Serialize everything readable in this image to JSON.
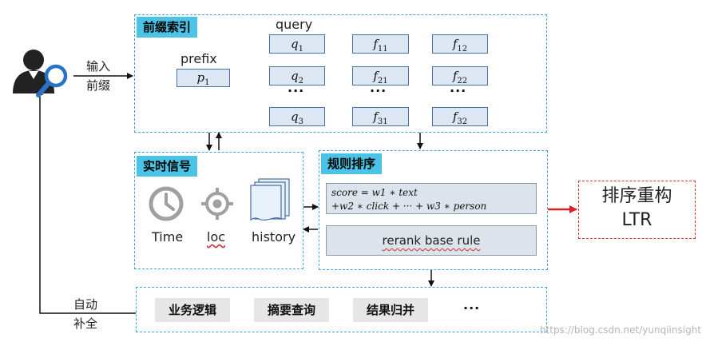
{
  "user_input": {
    "line1": "输入",
    "line2": "前缀"
  },
  "auto_complete": {
    "line1": "自动",
    "line2": "补全"
  },
  "prefix_index": {
    "tag": "前缀索引",
    "prefix_label": "prefix",
    "query_label": "query",
    "prefix_node": {
      "var": "p",
      "sub": "1"
    },
    "queries": [
      {
        "var": "q",
        "sub": "1"
      },
      {
        "var": "q",
        "sub": "2"
      },
      {
        "var": "q",
        "sub": "3"
      }
    ],
    "features": [
      [
        {
          "var": "f",
          "sub": "11"
        },
        {
          "var": "f",
          "sub": "12"
        }
      ],
      [
        {
          "var": "f",
          "sub": "21"
        },
        {
          "var": "f",
          "sub": "22"
        }
      ],
      [
        {
          "var": "f",
          "sub": "31"
        },
        {
          "var": "f",
          "sub": "32"
        }
      ]
    ],
    "ellipsis": "···"
  },
  "realtime_signal": {
    "tag": "实时信号",
    "items": [
      {
        "label": "Time",
        "icon": "clock-icon"
      },
      {
        "label": "loc",
        "icon": "location-target-icon"
      },
      {
        "label": "history",
        "icon": "history-documents-icon"
      }
    ]
  },
  "rule_sort": {
    "tag": "规则排序",
    "formula_line1": "score =    w1 ∗ text",
    "formula_line2": "+w2 ∗ click + ··· + w3 ∗ person",
    "rerank_label": "rerank base rule"
  },
  "rerank": {
    "line1": "排序重构",
    "line2": "LTR"
  },
  "bottom": {
    "items": [
      "业务逻辑",
      "摘要查询",
      "结果归并"
    ],
    "ellipsis": "···"
  },
  "watermark": "https://blog.csdn.net/yunqiinsight",
  "colors": {
    "panel_border": "#3aa6d6",
    "tag_bg": "#4bc3e6",
    "node_bg": "#dde7f4",
    "node_border": "#4a6fa0",
    "ltr_border": "#d9352f",
    "arrow_red": "#e02020"
  }
}
